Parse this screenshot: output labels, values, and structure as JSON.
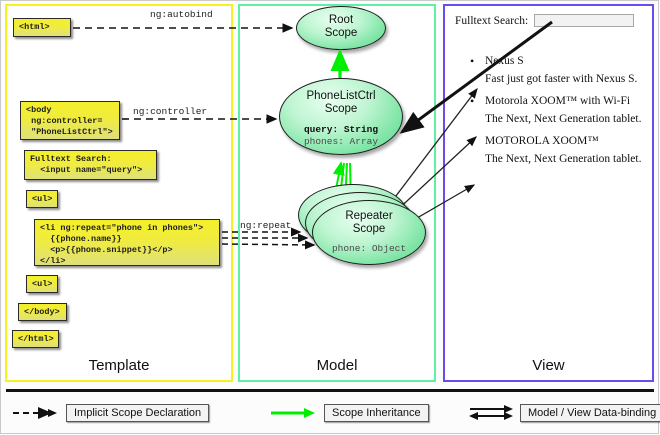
{
  "columns": [
    {
      "key": "template",
      "label": "Template",
      "border_color": "#f7f11d"
    },
    {
      "key": "model",
      "label": "Model",
      "border_color": "#5ff0a8"
    },
    {
      "key": "view",
      "label": "View",
      "border_color": "#6a4bf0"
    }
  ],
  "template": {
    "boxes": [
      {
        "name": "html-open-box",
        "text": "<html>"
      },
      {
        "name": "body-controller-box",
        "text": "<body\n ng:controller=\n \"PhoneListCtrl\">"
      },
      {
        "name": "fulltext-search-box",
        "text": "Fulltext Search:\n  <input name=\"query\">"
      },
      {
        "name": "ul-open-box",
        "text": "<ul>"
      },
      {
        "name": "li-repeat-box",
        "text": "<li ng:repeat=\"phone in phones\">\n  {{phone.name}}\n  <p>{{phone.snippet}}</p>\n</li>"
      },
      {
        "name": "ul-close-box",
        "text": "<ul>"
      },
      {
        "name": "body-close-box",
        "text": "</body>"
      },
      {
        "name": "html-close-box",
        "text": "</html>"
      }
    ]
  },
  "model": {
    "scopes": [
      {
        "name": "root-scope",
        "title": "Root\nScope",
        "props": []
      },
      {
        "name": "phonelistctrl-scope",
        "title": "PhoneListCtrl\nScope",
        "props": [
          {
            "text": "query: String",
            "style": "bold"
          },
          {
            "text": "phones: Array",
            "style": "dim"
          }
        ]
      },
      {
        "name": "repeater-scope",
        "title": "Repeater\nScope",
        "props": [
          {
            "text": "phone: Object",
            "style": "dim"
          }
        ]
      }
    ]
  },
  "connectors": {
    "autobind_label": "ng:autobind",
    "controller_label": "ng:controller",
    "repeat_label": "ng:repeat"
  },
  "view": {
    "search_label": "Fulltext Search:",
    "search_value": "",
    "search_placeholder": "",
    "items": [
      {
        "name": "Nexus S",
        "snippet": "Fast just got faster with Nexus S."
      },
      {
        "name": "Motorola XOOM™  with Wi-Fi",
        "snippet": "The Next, Next Generation tablet."
      },
      {
        "name": "MOTOROLA XOOM™",
        "snippet": "The Next, Next Generation tablet."
      }
    ]
  },
  "legend": [
    {
      "name": "legend-implicit-scope-declaration",
      "label": "Implicit Scope Declaration",
      "arrow": "dashed-black"
    },
    {
      "name": "legend-scope-inheritance",
      "label": "Scope Inheritance",
      "arrow": "solid-green"
    },
    {
      "name": "legend-model-view-data-binding",
      "label": "Model / View Data-binding",
      "arrow": "double-black"
    }
  ],
  "colors": {
    "template_border": "#f7f11d",
    "model_border": "#5ff0a8",
    "view_border": "#6a4bf0",
    "scope_green": "#7fe5a6",
    "box_yellow": "#f0ec3f",
    "inheritance_green": "#00ee00"
  }
}
